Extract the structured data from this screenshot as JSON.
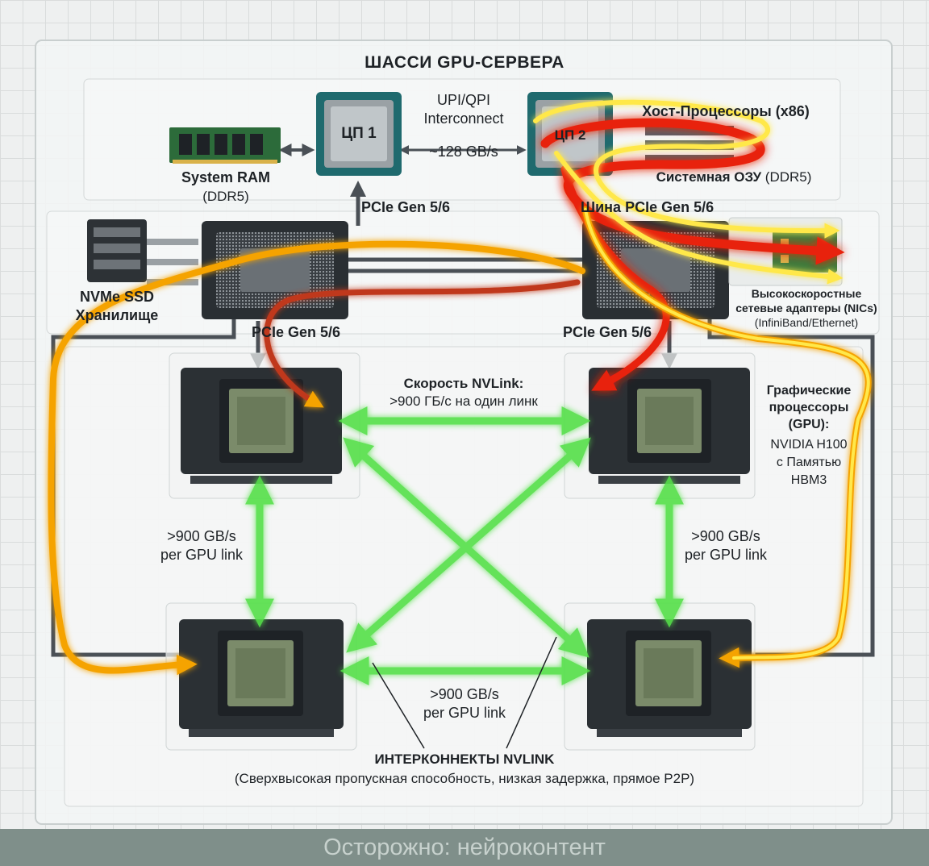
{
  "chassis": {
    "title": "ШАССИ GPU-СЕРВЕРА"
  },
  "cpu1": {
    "label": "ЦП 1"
  },
  "cpu2": {
    "label": "ЦП 2"
  },
  "interconnect": {
    "line1": "UPI/QPI",
    "line2": "Interconnect",
    "speed": "~128 GB/s"
  },
  "ram": {
    "title": "System RAM",
    "subtitle": "(DDR5)"
  },
  "host_cpus": {
    "label": "Хост-Процессоры (x86)"
  },
  "system_ram_ru": {
    "label": "Системная ОЗУ",
    "suffix": "(DDR5)"
  },
  "pcie": {
    "top_left": "PCIe Gen 5/6",
    "top_right_prefix": "Шина",
    "top_right": "PCIe Gen 5/6",
    "mid_left": "PCIe Gen 5/6",
    "mid_right": "PCIe Gen 5/6"
  },
  "nvme": {
    "line1": "NVMe SSD",
    "line2": "Хранилище"
  },
  "nics": {
    "line1": "Высокоскоростные",
    "line2": "сетевые адаптеры (NICs)",
    "line3": "(InfiniBand/Ethernet)"
  },
  "nvlink_speed": {
    "title": "Скорость NVLink:",
    "value": ">900 ГБ/с на один линк"
  },
  "gpu_info": {
    "line1": "Графические",
    "line2": "процессоры",
    "line3": "(GPU):",
    "line4": "NVIDIA H100",
    "line5": "с Памятью",
    "line6": "HBM3"
  },
  "links": {
    "left_line1": ">900 GB/s",
    "left_line2": "per GPU link",
    "right_line1": ">900 GB/s",
    "right_line2": "per GPU link",
    "bottom_line1": ">900 GB/s",
    "bottom_line2": "per GPU link"
  },
  "nvlink_footer": {
    "title": "ИНТЕРКОННЕКТЫ NVLINK",
    "subtitle": "(Сверхвысокая пропускная способность, низкая задержка, прямое P2P)"
  },
  "watermark": {
    "text": "Осторожно: нейроконтент"
  },
  "colors": {
    "nvlink_green": "#54e04a",
    "path_orange": "#f5a300",
    "path_red": "#e8200c",
    "path_yellow": "#ffe84a",
    "chip_dark": "#2f3438",
    "footer_bg": "#7f8f8a"
  }
}
